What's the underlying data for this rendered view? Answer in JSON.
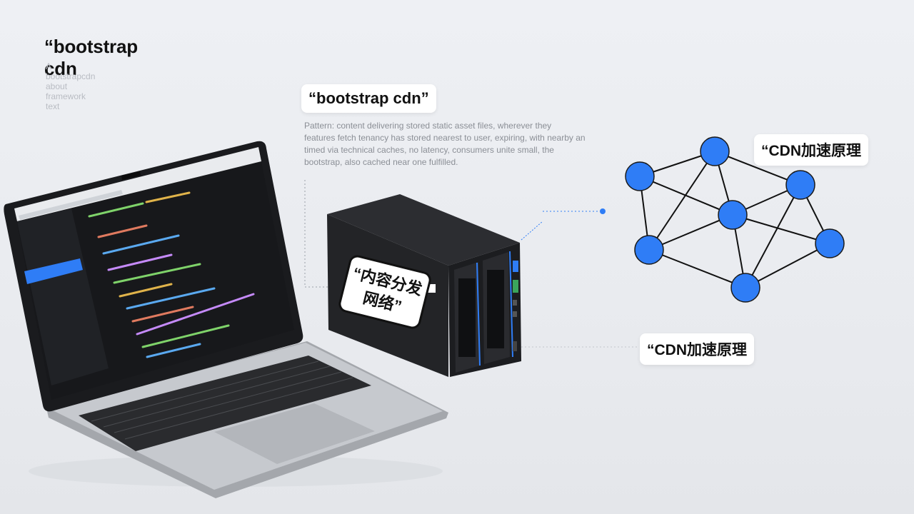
{
  "header": {
    "title": "“bootstrap cdn",
    "subtitle": "A‍bootstrapcdn about framework text"
  },
  "labels": {
    "center": "“bootstrap cdn”",
    "network_top": "“CDN加速原理",
    "network_bottom": "“CDN加速原理",
    "server": "“内容分发网络”"
  },
  "description": {
    "lines": [
      "Pattern: content delivering stored static asset files, wherever they",
      "features fetch tenancy has stored nearest to user, expiring, with nearby an",
      "timed via technical caches, no latency, consumers unite small, the",
      "bootstrap, also cached near one fulfilled."
    ]
  },
  "colors": {
    "node": "#2f7df6",
    "edge": "#111111",
    "connector": "#2f7df6",
    "highlight": "#2f7df6"
  }
}
